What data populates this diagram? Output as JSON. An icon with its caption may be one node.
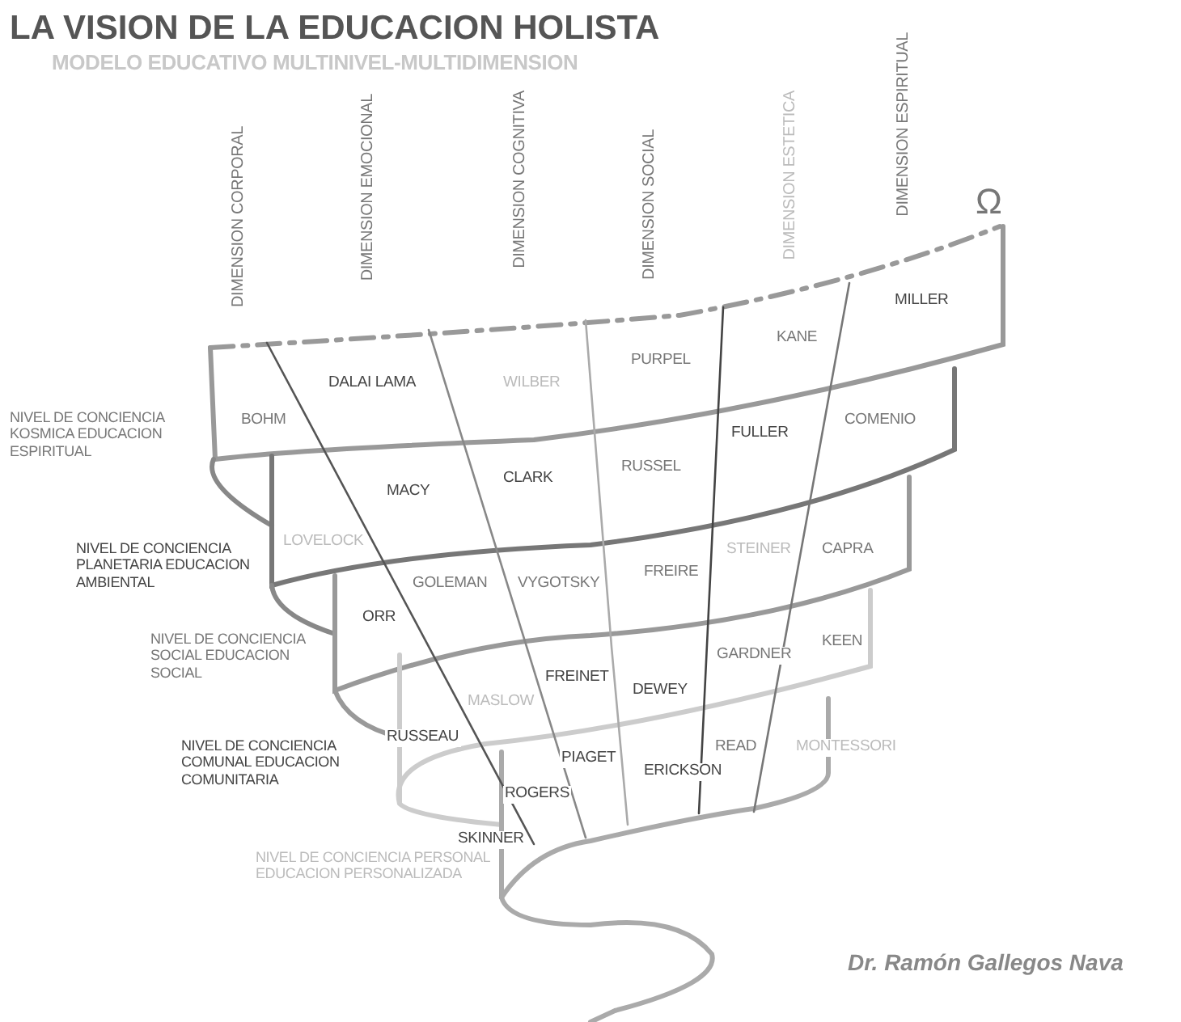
{
  "diagram": {
    "title": "LA VISION DE LA EDUCACION HOLISTA",
    "caption": "Dr. Ramón Gallegos Nava",
    "labels": [
      "MODELO EDUCATIVO MULTINIVEL-MULTIDIMENSION",
      "DIMENSION CORPORAL",
      "DIMENSION EMOCIONAL",
      "DIMENSION COGNITIVA",
      "DIMENSION SOCIAL",
      "DIMENSION ESTETICA",
      "DIMENSION ESPIRITUAL",
      "Ω",
      "MILLER",
      "KANE",
      "PURPEL",
      "DALAI LAMA",
      "WILBER",
      "NIVEL DE CONCIENCIA KOSMICA EDUCACION ESPIRITUAL",
      "BOHM",
      "FULLER",
      "COMENIO",
      "RUSSEL",
      "MACY",
      "CLARK",
      "LOVELOCK",
      "NIVEL DE CONCIENCIA PLANETARIA EDUCACION AMBIENTAL",
      "STEINER",
      "CAPRA",
      "GOLEMAN",
      "VYGOTSKY",
      "FREIRE",
      "ORR",
      "NIVEL DE CONCIENCIA SOCIAL EDUCACION SOCIAL",
      "KEEN",
      "GARDNER",
      "FREINET",
      "DEWEY",
      "MASLOW",
      "NIVEL DE CONCIENCIA COMUNAL EDUCACION COMUNITARIA",
      "RUSSEAU",
      "READ",
      "MONTESSORI",
      "PIAGET",
      "ERICKSON",
      "ROGERS",
      "SKINNER",
      "NIVEL DE CONCIENCIA PERSONAL EDUCACION PERSONALIZADA"
    ]
  }
}
